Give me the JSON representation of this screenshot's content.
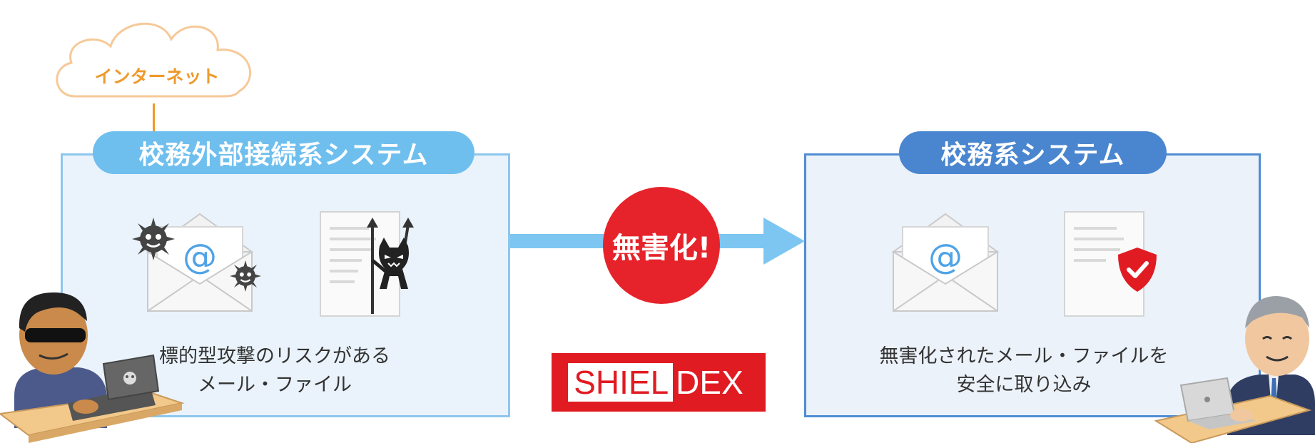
{
  "cloud": {
    "label": "インターネット"
  },
  "left_system": {
    "title": "校務外部接続系システム",
    "caption_line1": "標的型攻撃のリスクがある",
    "caption_line2": "メール・ファイル"
  },
  "right_system": {
    "title": "校務系システム",
    "caption_line1": "無害化されたメール・ファイルを",
    "caption_line2": "安全に取り込み"
  },
  "badge": {
    "label": "無害化!"
  },
  "logo": {
    "part1": "SHIEL",
    "part2": "DEX"
  },
  "colors": {
    "left_accent": "#6fbfee",
    "right_accent": "#4a86cf",
    "badge_red": "#e6232a",
    "cloud_orange": "#ee9a2c",
    "logo_red": "#e11b22"
  },
  "icons": [
    "cloud-icon",
    "mail-at-icon",
    "virus-icon",
    "document-icon",
    "devil-icon",
    "shield-check-icon",
    "hacker-icon",
    "office-worker-icon",
    "arrow-right-icon"
  ]
}
